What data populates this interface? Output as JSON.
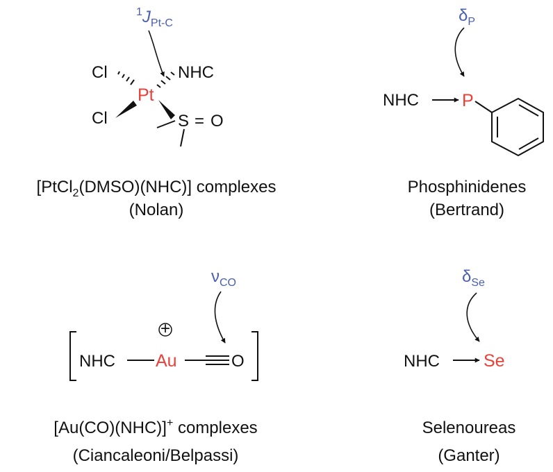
{
  "colors": {
    "metal_atom": "#e8413a",
    "probe_label": "#4a5fb0",
    "text": "#111111"
  },
  "panels": {
    "platinum": {
      "probe_sup": "1",
      "probe_main": "J",
      "probe_sub": "Pt-C",
      "atoms": {
        "cl_top": "Cl",
        "cl_bottom": "Cl",
        "pt": "Pt",
        "nhc": "NHC",
        "s": "S",
        "eq": "=",
        "o": "O"
      },
      "caption_part1": "[PtCl",
      "caption_sub": "2",
      "caption_part2": "(DMSO)(NHC)] complexes",
      "caption_line2": "(Nolan)"
    },
    "phosphinidene": {
      "probe_main": "δ",
      "probe_sub": "P",
      "atoms": {
        "nhc": "NHC",
        "p": "P"
      },
      "caption_line1": "Phosphinidenes",
      "caption_line2": "(Bertrand)"
    },
    "gold": {
      "probe_main": "ν",
      "probe_sub": "CO",
      "atoms": {
        "nhc": "NHC",
        "au": "Au",
        "o": "O",
        "charge": "+"
      },
      "caption_part1": "[Au(CO)(NHC)]",
      "caption_sup": "+",
      "caption_part2": " complexes",
      "caption_line2": "(Ciancaleoni/Belpassi)"
    },
    "selenourea": {
      "probe_main": "δ",
      "probe_sub": "Se",
      "atoms": {
        "nhc": "NHC",
        "se": "Se"
      },
      "caption_line1": "Selenoureas",
      "caption_line2": "(Ganter)"
    }
  }
}
